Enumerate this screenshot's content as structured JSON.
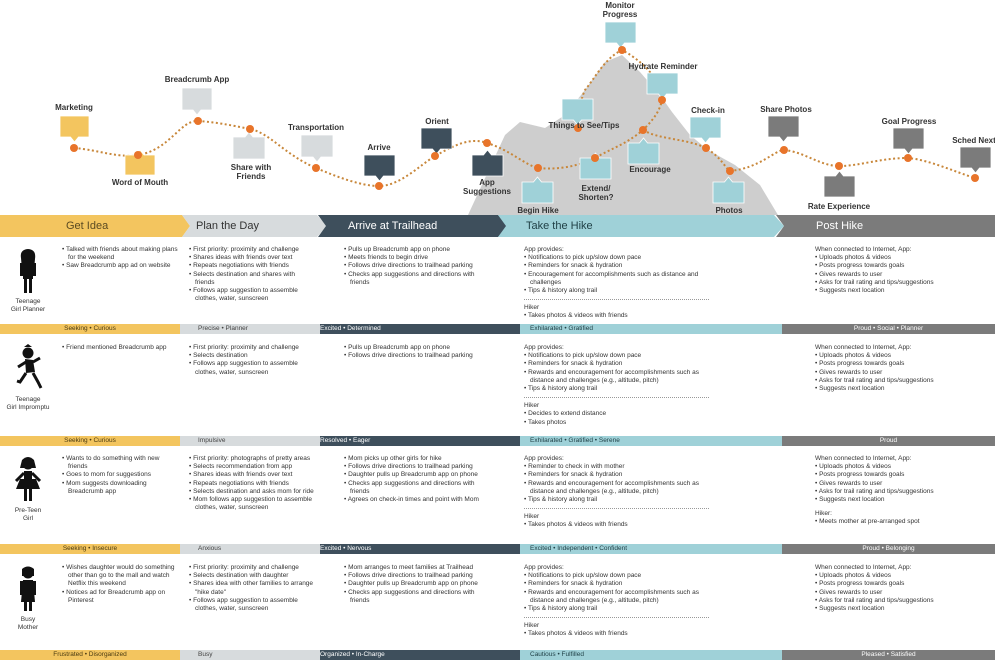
{
  "touchpoints": [
    {
      "label": "Marketing"
    },
    {
      "label": "Word of Mouth"
    },
    {
      "label": "Breadcrumb App"
    },
    {
      "label": "Share with\nFriends"
    },
    {
      "label": "Transportation"
    },
    {
      "label": "Arrive"
    },
    {
      "label": "Orient"
    },
    {
      "label": "App\nSuggestions"
    },
    {
      "label": "Begin Hike"
    },
    {
      "label": "Things to See/Tips"
    },
    {
      "label": "Extend/\nShorten?"
    },
    {
      "label": "Monitor\nProgress"
    },
    {
      "label": "Hydrate Reminder"
    },
    {
      "label": "Encourage"
    },
    {
      "label": "Check-in"
    },
    {
      "label": "Photos"
    },
    {
      "label": "Share Photos"
    },
    {
      "label": "Rate Experience"
    },
    {
      "label": "Goal Progress"
    },
    {
      "label": "Sched Next"
    }
  ],
  "phases": [
    {
      "label": "Get Idea",
      "color": "#f3c55f",
      "text_color": "#5a4a22"
    },
    {
      "label": "Plan the Day",
      "color": "#d7dbdd",
      "text_color": "#333333"
    },
    {
      "label": "Arrive at Trailhead",
      "color": "#3e4f5c",
      "text_color": "#ffffff"
    },
    {
      "label": "Take the Hike",
      "color": "#9fd1d8",
      "text_color": "#1f3f45"
    },
    {
      "label": "Post Hike",
      "color": "#7b7b7b",
      "text_color": "#ffffff"
    }
  ],
  "personas": [
    {
      "name": "Teenage\nGirl Planner",
      "cells": [
        {
          "bullets": [
            "Talked with friends about making plans for the weekend",
            "Saw Breadcrumb app ad on website"
          ]
        },
        {
          "bullets": [
            "First priority: proximity and challenge",
            "Shares ideas with friends over text",
            "Repeats negotiations with friends",
            "Selects destination and shares with friends",
            "Follows app suggestion to assemble clothes, water, sunscreen"
          ]
        },
        {
          "bullets": [
            "Pulls up Breadcrumb app on phone",
            "Meets friends to begin drive",
            "Follows drive directions to trailhead parking",
            "Checks app suggestions and directions with friends"
          ]
        },
        {
          "intro": "App provides:",
          "bullets": [
            "Notifications to pick up/slow down pace",
            "Reminders for snack & hydration",
            "Encouragement for accomplishments such as distance and challenges",
            "Tips & history along trail"
          ],
          "sub_title": "Hiker",
          "sub_bullets": [
            "Takes photos & videos with friends"
          ]
        },
        {
          "intro": "When connected to Internet, App:",
          "bullets": [
            "Uploads photos & videos",
            "Posts progress towards goals",
            "Gives rewards to user",
            "Asks for trail rating and tips/suggestions",
            "Suggests next location"
          ]
        }
      ],
      "emotions": [
        "Seeking • Curious",
        "Precise • Planner",
        "Excited • Determined",
        "Exhilarated • Gratified",
        "Proud • Social • Planner"
      ]
    },
    {
      "name": "Teenage\nGirl Impromptu",
      "cells": [
        {
          "bullets": [
            "Friend mentioned Breadcrumb app"
          ]
        },
        {
          "bullets": [
            "First priority: proximity and challenge",
            "Selects destination",
            "Follows app suggestion to assemble clothes, water, sunscreen"
          ]
        },
        {
          "bullets": [
            "Pulls up Breadcrumb app on phone",
            "Follows drive directions to trailhead parking"
          ]
        },
        {
          "intro": "App provides:",
          "bullets": [
            "Notifications to pick up/slow down pace",
            "Reminders for snack & hydration",
            "Rewards and encouragement for accomplishments such as distance and challenges (e.g., altitude, pitch)",
            "Tips & history along trail"
          ],
          "sub_title": "Hiker",
          "sub_bullets": [
            "Decides to extend distance",
            "Takes photos"
          ]
        },
        {
          "intro": "When connected to Internet, App:",
          "bullets": [
            "Uploads photos & videos",
            "Posts progress towards goals",
            "Gives rewards to user",
            "Asks for trail rating and tips/suggestions",
            "Suggests next location"
          ]
        }
      ],
      "emotions": [
        "Seeking • Curious",
        "Impulsive",
        "Resolved • Eager",
        "Exhilarated • Gratified • Serene",
        "Proud"
      ]
    },
    {
      "name": "Pre-Teen\nGirl",
      "cells": [
        {
          "bullets": [
            "Wants to do something with new friends",
            "Goes to mom for suggestions",
            "Mom suggests downloading Breadcrumb app"
          ]
        },
        {
          "bullets": [
            "First priority: photographs of pretty areas",
            "Selects recommendation from app",
            "Shares ideas with friends over text",
            "Repeats negotiations with friends",
            "Selects destination and asks mom for ride",
            "Mom follows app suggestion to assemble clothes, water, sunscreen"
          ]
        },
        {
          "bullets": [
            "Mom picks up other girls for hike",
            "Follows drive directions to trailhead parking",
            "Daughter pulls up Breadcrumb app on phone",
            "Checks app suggestions and directions with friends",
            "Agrees on check-in times and point with Mom"
          ]
        },
        {
          "intro": "App provides:",
          "bullets": [
            "Reminder to check in with mother",
            "Reminders for snack & hydration",
            "Rewards and encouragement for accomplishments such as distance and challenges (e.g., altitude, pitch)",
            "Tips & history along trail"
          ],
          "sub_title": "Hiker",
          "sub_bullets": [
            "Takes photos & videos with friends"
          ]
        },
        {
          "intro": "When connected to Internet, App:",
          "bullets": [
            "Uploads photos & videos",
            "Posts progress towards goals",
            "Gives rewards to user",
            "Asks for trail rating and tips/suggestions",
            "Suggests next location"
          ],
          "sub_title": "Hiker:",
          "sub_bullets": [
            "Meets mother at pre-arranged spot"
          ]
        }
      ],
      "emotions": [
        "Seeking • Insecure",
        "Anxious",
        "Excited • Nervous",
        "Excited • Independent • Confident",
        "Proud • Belonging"
      ]
    },
    {
      "name": "Busy\nMother",
      "cells": [
        {
          "bullets": [
            "Wishes daughter would do something other than go to the mall and watch Netflix this weekend",
            "Notices ad for Breadcrumb app on Pinterest"
          ]
        },
        {
          "bullets": [
            "First priority: proximity and challenge",
            "Selects destination with daughter",
            "Shares idea with other families to arrange \"hike date\"",
            "Follows app suggestion to assemble clothes, water, sunscreen"
          ]
        },
        {
          "bullets": [
            "Mom arranges to meet families at Trailhead",
            "Follows drive directions to trailhead parking",
            "Daughter pulls up Breadcrumb app on phone",
            "Checks app suggestions and directions with friends"
          ]
        },
        {
          "intro": "App provides:",
          "bullets": [
            "Notifications to pick up/slow down pace",
            "Reminders for snack & hydration",
            "Rewards and encouragement for accomplishments such as distance and challenges (e.g., altitude, pitch)",
            "Tips & history along trail"
          ],
          "sub_title": "Hiker",
          "sub_bullets": [
            "Takes photos & videos with friends"
          ]
        },
        {
          "intro": "When connected to Internet, App:",
          "bullets": [
            "Uploads photos & videos",
            "Posts progress towards goals",
            "Gives rewards to user",
            "Asks for trail rating and tips/suggestions",
            "Suggests next location"
          ]
        }
      ],
      "emotions": [
        "Frustrated • Disorganized",
        "Busy",
        "Organized • In-Charge",
        "Cautious • Fulfilled",
        "Pleased • Satisfied"
      ]
    }
  ],
  "emotion_colors": [
    "#f3c55f",
    "#d7dbdd",
    "#3e4f5c",
    "#9fd1d8",
    "#7b7b7b"
  ],
  "emotion_text_colors": [
    "#4a3b12",
    "#444444",
    "#ffffff",
    "#1f3f45",
    "#ffffff"
  ]
}
